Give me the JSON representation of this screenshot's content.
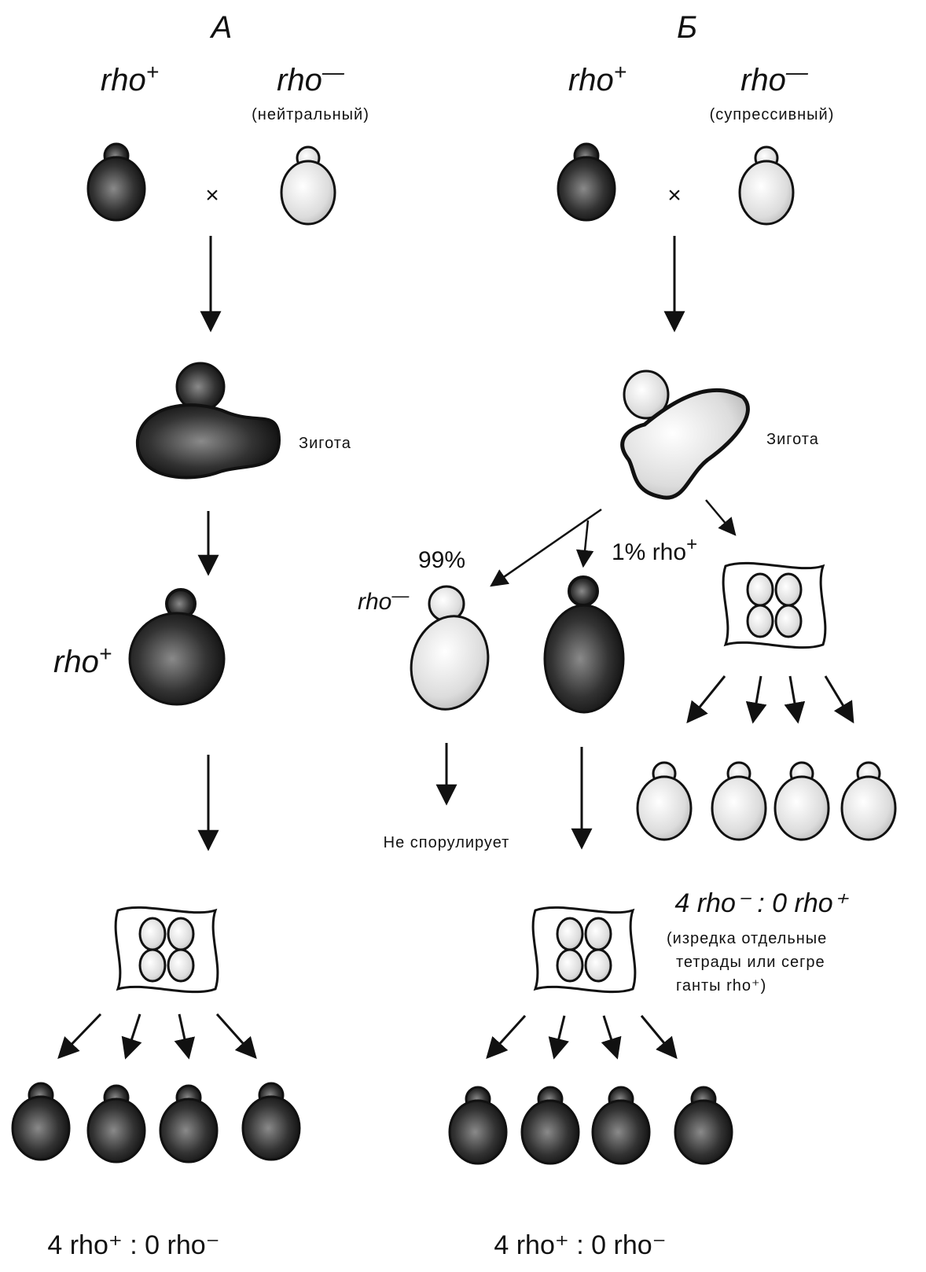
{
  "panels": {
    "a": {
      "label": "А",
      "parent1": "rho",
      "parent1_sign": "+",
      "parent2": "rho",
      "parent2_sign": "—",
      "parent2_note": "(нейтральный)",
      "cross_symbol": "×",
      "zygote_label": "Зигота",
      "progeny": "rho",
      "progeny_sign": "+",
      "ratio": "4 rho⁺ : 0 rho⁻"
    },
    "b": {
      "label": "Б",
      "parent1": "rho",
      "parent1_sign": "+",
      "parent2": "rho",
      "parent2_sign": "—",
      "parent2_note": "(супрессивный)",
      "cross_symbol": "×",
      "zygote_label": "Зигота",
      "pct_major": "99%",
      "pct_minor": "1% rho",
      "pct_minor_sign": "+",
      "branch_geno": "rho",
      "branch_geno_sign": "—",
      "no_sporulation": "Не спорулирует",
      "ratio_right": "4 rho⁻ : 0 rho⁺",
      "note_line1": "(изредка отдельные",
      "note_line2": "тетрады или сегре",
      "note_line3": "ганты rho⁺)",
      "ratio": "4 rho⁺ : 0 rho⁻"
    }
  },
  "colors": {
    "dark_cell": "#1e1e1e",
    "light_cell": "#d6d6d6",
    "ink": "#111111"
  }
}
